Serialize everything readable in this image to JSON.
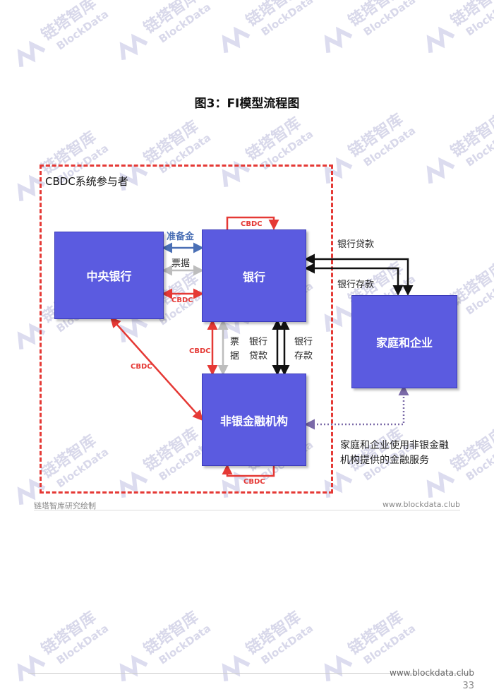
{
  "title": "图3：FI模型流程图",
  "frame_label": "CBDC系统参与者",
  "nodes": {
    "central_bank": "中央银行",
    "bank": "银行",
    "nonbank": "非银金融机构",
    "households": "家庭和企业"
  },
  "edges": {
    "reserve": "准备金",
    "bills_cb": "票据",
    "cbdc_cb_bank": "CBDC",
    "cbdc_bank_self": "CBDC",
    "cbdc_cb_nonbank": "CBDC",
    "cbdc_bank_nonbank": "CBDC",
    "cbdc_nonbank_self": "CBDC",
    "bills_nonbank_1": "票",
    "bills_nonbank_2": "据",
    "loan_nb_1": "银行",
    "loan_nb_2": "贷款",
    "deposit_nb_1": "银行",
    "deposit_nb_2": "存款",
    "bank_loan": "银行贷款",
    "bank_deposit": "银行存款",
    "nonbank_service_1": "家庭和企业使用非银金融",
    "nonbank_service_2": "机构提供的金融服务"
  },
  "colors": {
    "node": "#5b5be0",
    "cbdc": "#e53935",
    "reserve": "#4a6fb5",
    "bills": "#bdbdbd",
    "service": "#7b6aa8"
  },
  "watermark": {
    "cn": "链塔智库",
    "en": "BlockData"
  },
  "footer": {
    "source": "链塔智库研究绘制",
    "site": "www.blockdata.club"
  },
  "page": {
    "url": "www.blockdata.club",
    "number": "33"
  }
}
